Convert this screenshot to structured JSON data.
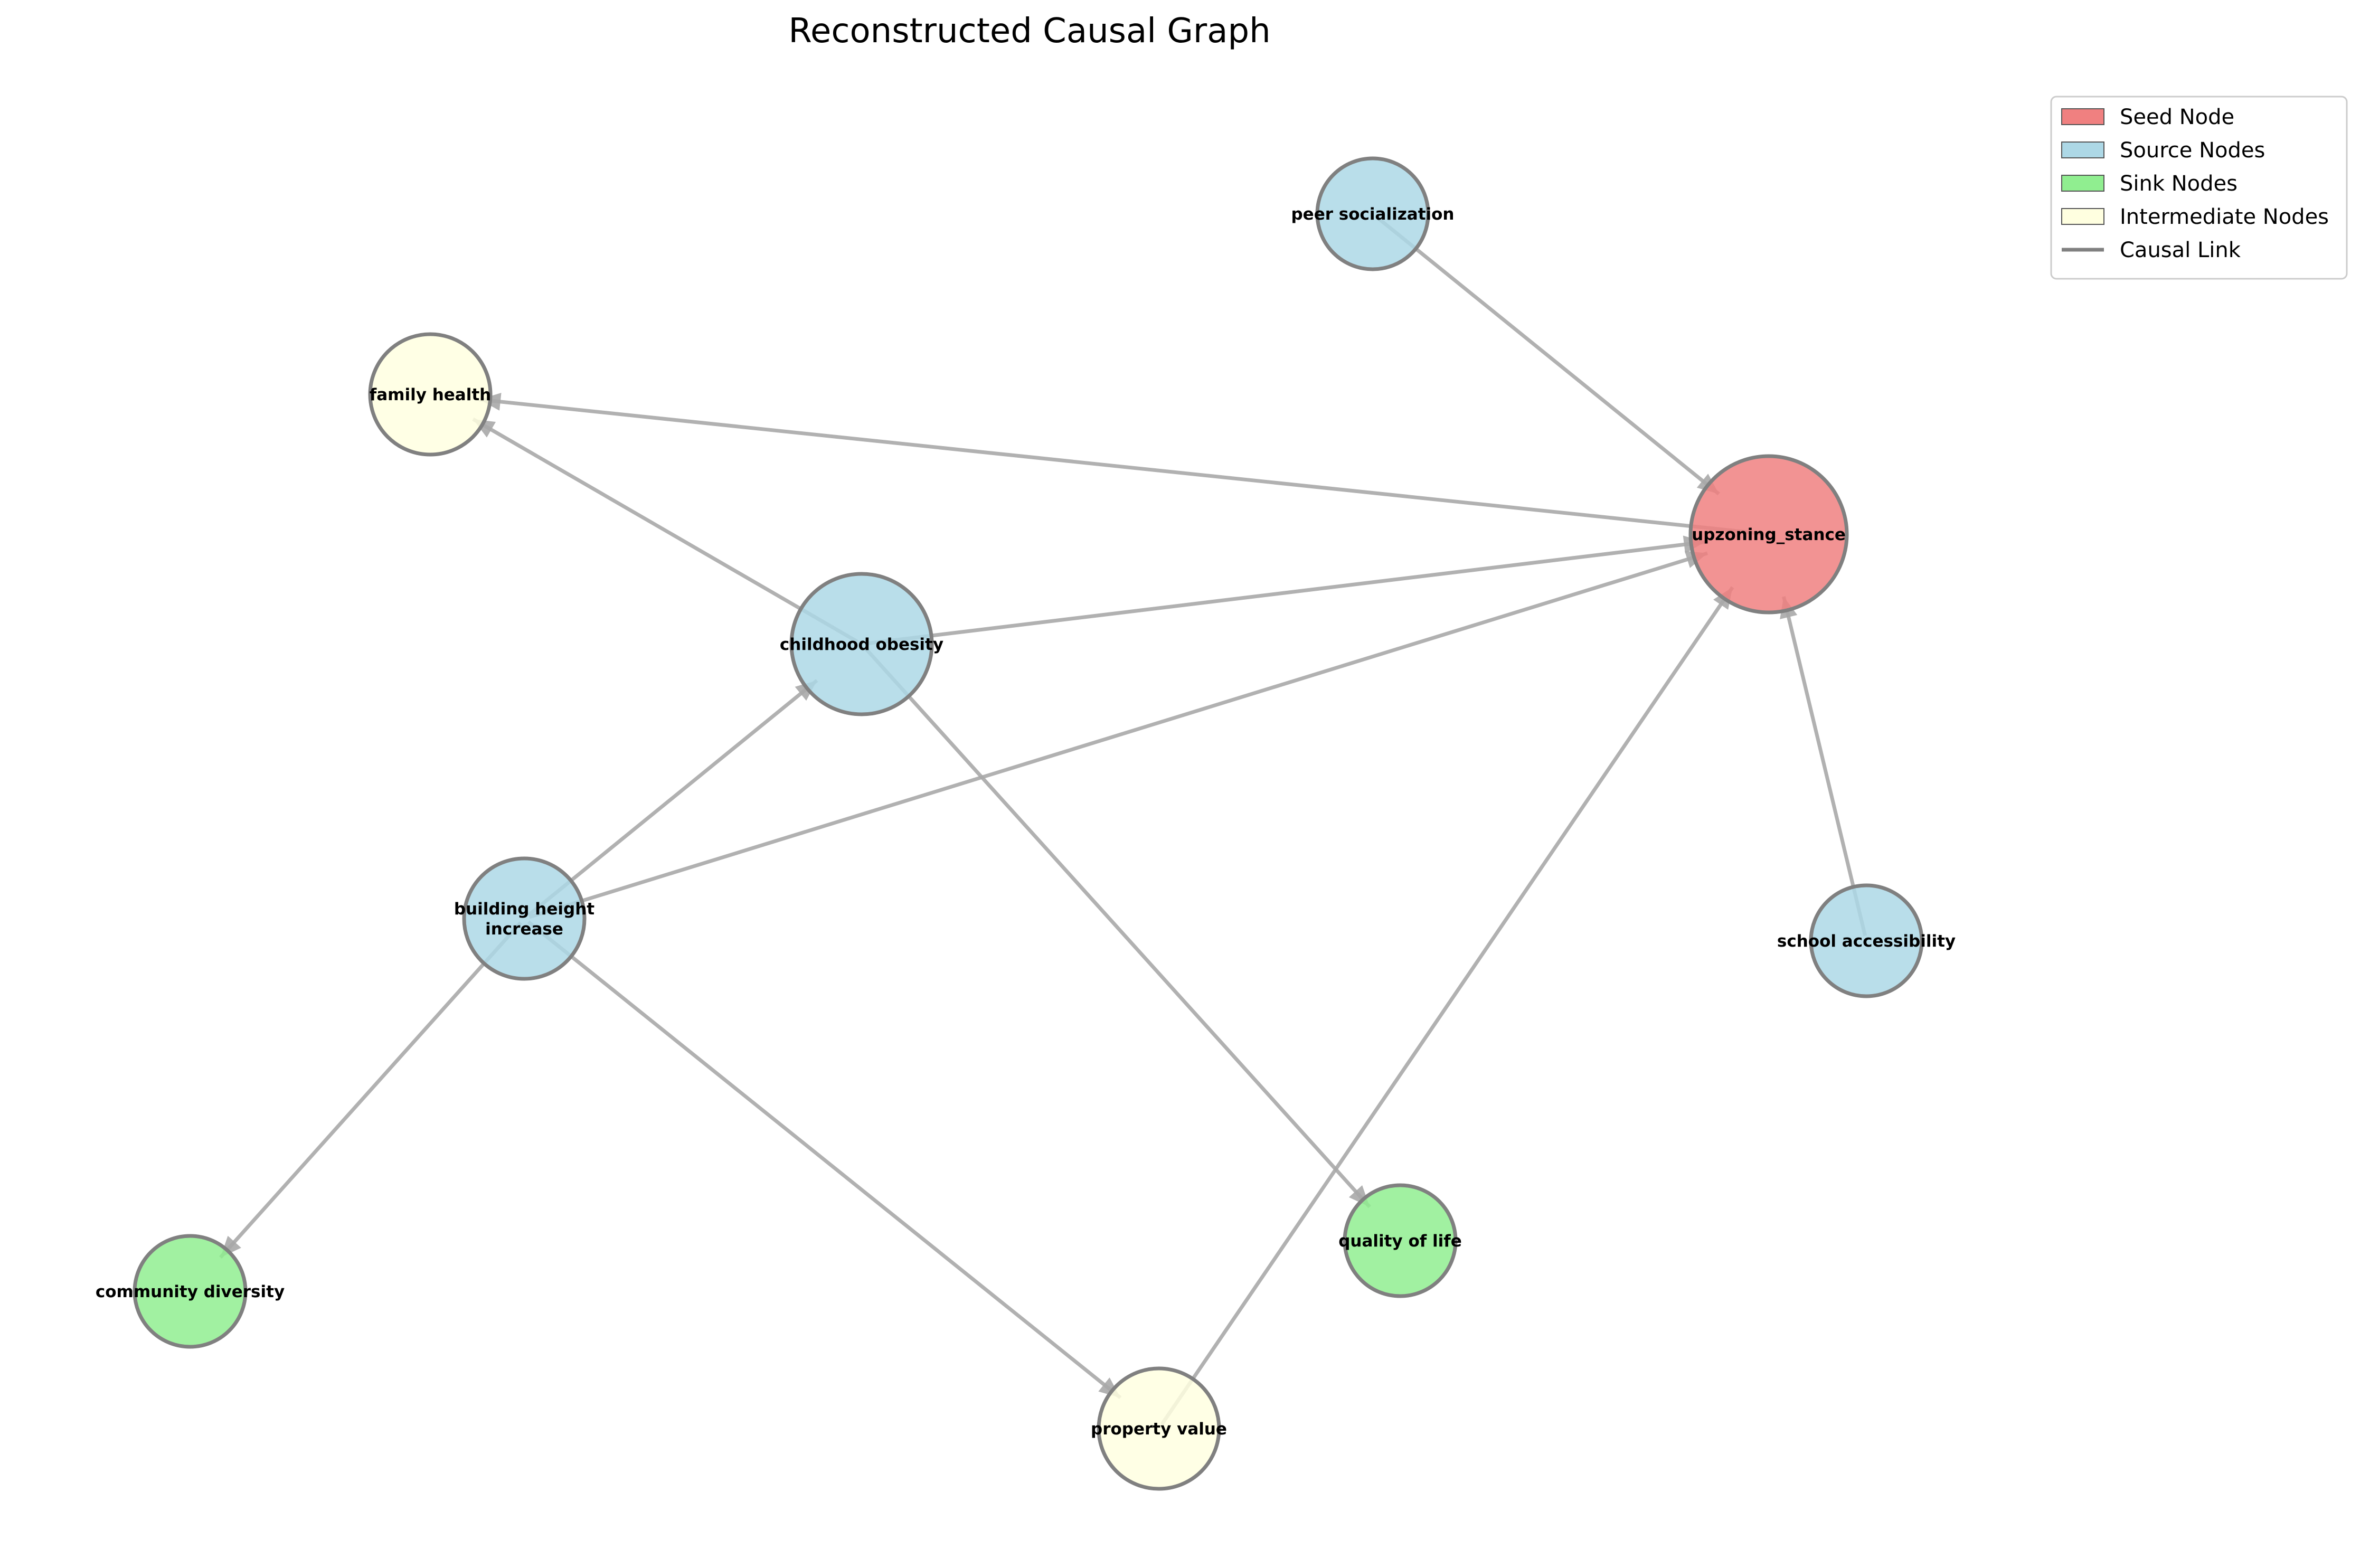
{
  "title": "Reconstructed Causal Graph",
  "legend": [
    {
      "label": "Seed Node",
      "kind": "patch",
      "color": "#f08080"
    },
    {
      "label": "Source Nodes",
      "kind": "patch",
      "color": "#add8e6"
    },
    {
      "label": "Sink Nodes",
      "kind": "patch",
      "color": "#90ee90"
    },
    {
      "label": "Intermediate Nodes",
      "kind": "patch",
      "color": "#ffffe0"
    },
    {
      "label": "Causal Link",
      "kind": "line",
      "color": "#808080"
    }
  ],
  "colors": {
    "seed": "#f08080",
    "source": "#add8e6",
    "sink": "#90ee90",
    "intermediate": "#ffffe0",
    "node_border": "#808080",
    "edge": "#a9a9a9"
  },
  "nodes": [
    {
      "id": "upzoning_stance",
      "label": "upzoning_stance",
      "type": "seed"
    },
    {
      "id": "peer_socialization",
      "label": "peer socialization",
      "type": "source"
    },
    {
      "id": "family_health",
      "label": "family health",
      "type": "intermediate"
    },
    {
      "id": "childhood_obesity",
      "label": "childhood obesity",
      "type": "source"
    },
    {
      "id": "building_height_increase",
      "label": "building height\nincrease",
      "type": "source"
    },
    {
      "id": "school_accessibility",
      "label": "school accessibility",
      "type": "source"
    },
    {
      "id": "community_diversity",
      "label": "community diversity",
      "type": "sink"
    },
    {
      "id": "quality_of_life",
      "label": "quality of life",
      "type": "sink"
    },
    {
      "id": "property_value",
      "label": "property value",
      "type": "intermediate"
    }
  ],
  "edges": [
    {
      "source": "peer_socialization",
      "target": "upzoning_stance"
    },
    {
      "source": "upzoning_stance",
      "target": "family_health"
    },
    {
      "source": "childhood_obesity",
      "target": "upzoning_stance"
    },
    {
      "source": "building_height_increase",
      "target": "upzoning_stance"
    },
    {
      "source": "property_value",
      "target": "upzoning_stance"
    },
    {
      "source": "school_accessibility",
      "target": "upzoning_stance"
    },
    {
      "source": "childhood_obesity",
      "target": "family_health"
    },
    {
      "source": "childhood_obesity",
      "target": "quality_of_life"
    },
    {
      "source": "building_height_increase",
      "target": "childhood_obesity"
    },
    {
      "source": "building_height_increase",
      "target": "community_diversity"
    },
    {
      "source": "building_height_increase",
      "target": "property_value"
    }
  ]
}
